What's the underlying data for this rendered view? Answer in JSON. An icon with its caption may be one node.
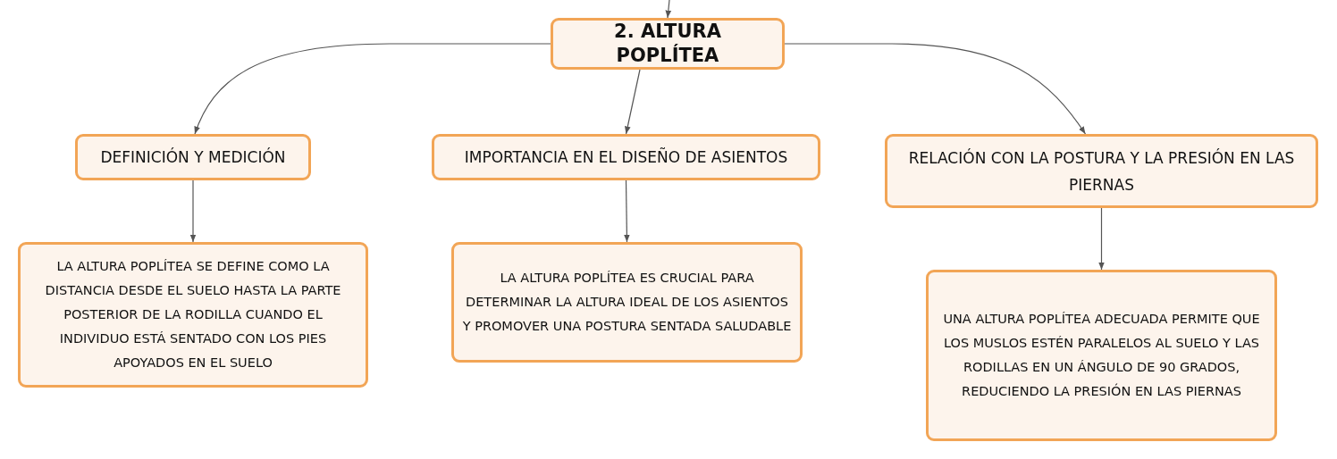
{
  "diagram": {
    "nodes": [
      {
        "text": [
          "2. ALTURA POPLÍTEA"
        ]
      },
      {
        "text": [
          "DEFINICIÓN Y MEDICIÓN"
        ]
      },
      {
        "text": [
          "IMPORTANCIA EN EL DISEÑO DE ASIENTOS"
        ]
      },
      {
        "text": [
          "RELACIÓN CON LA POSTURA Y LA PRESIÓN EN LAS PIERNAS"
        ]
      },
      {
        "text": [
          "LA ALTURA POPLÍTEA SE DEFINE COMO LA DISTANCIA DESDE EL SUELO HASTA LA PARTE POSTERIOR DE LA RODILLA CUANDO EL INDIVIDUO ESTÁ SENTADO CON LOS PIES APOYADOS EN EL SUELO"
        ]
      },
      {
        "text": [
          "LA ALTURA POPLÍTEA ES CRUCIAL PARA DETERMINAR LA ALTURA IDEAL DE LOS ASIENTOS Y PROMOVER UNA POSTURA SENTADA SALUDABLE"
        ]
      },
      {
        "text": [
          "UNA ALTURA POPLÍTEA ADECUADA PERMITE QUE LOS MUSLOS ESTÉN PARALELOS AL SUELO Y LAS RODILLAS EN UN ÁNGULO DE 90 GRADOS, REDUCIENDO LA PRESIÓN EN LAS PIERNAS"
        ]
      }
    ],
    "edges": [
      {
        "from": null,
        "to": 0,
        "arrow": "to"
      },
      {
        "from": 0,
        "to": 1,
        "arrow": "to"
      },
      {
        "from": 0,
        "to": 2,
        "arrow": "to"
      },
      {
        "from": 0,
        "to": 3,
        "arrow": "to"
      },
      {
        "from": 1,
        "to": 4,
        "arrow": "to"
      },
      {
        "from": 2,
        "to": 5,
        "arrow": "to"
      },
      {
        "from": 3,
        "to": 6,
        "arrow": "to"
      }
    ]
  }
}
